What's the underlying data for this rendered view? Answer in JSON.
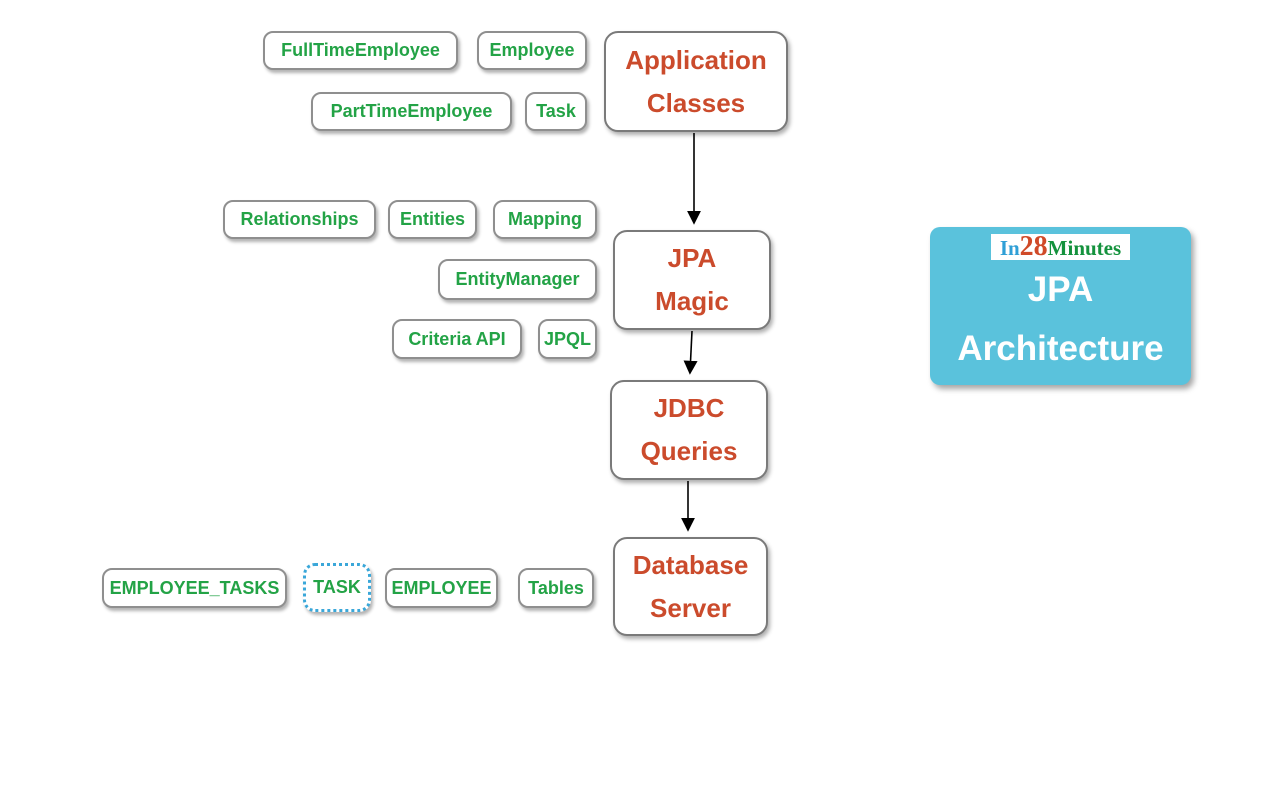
{
  "brand_card": {
    "logo": {
      "in": "In",
      "num": "28",
      "minutes": "Minutes"
    },
    "title_line1": "JPA",
    "title_line2": "Architecture"
  },
  "main_nodes": [
    {
      "id": "application-classes",
      "line1": "Application",
      "line2": "Classes"
    },
    {
      "id": "jpa-magic",
      "line1": "JPA",
      "line2": "Magic"
    },
    {
      "id": "jdbc-queries",
      "line1": "JDBC",
      "line2": "Queries"
    },
    {
      "id": "database-server",
      "line1": "Database",
      "line2": "Server"
    }
  ],
  "chip_nodes": [
    {
      "label": "FullTimeEmployee",
      "selected": false
    },
    {
      "label": "Employee",
      "selected": false
    },
    {
      "label": "PartTimeEmployee",
      "selected": false
    },
    {
      "label": "Task",
      "selected": false
    },
    {
      "label": "Relationships",
      "selected": false
    },
    {
      "label": "Entities",
      "selected": false
    },
    {
      "label": "Mapping",
      "selected": false
    },
    {
      "label": "EntityManager",
      "selected": false
    },
    {
      "label": "Criteria API",
      "selected": false
    },
    {
      "label": "JPQL",
      "selected": false
    },
    {
      "label": "EMPLOYEE_TASKS",
      "selected": false
    },
    {
      "label": "TASK",
      "selected": true
    },
    {
      "label": "EMPLOYEE",
      "selected": false
    },
    {
      "label": "Tables",
      "selected": false
    }
  ],
  "connectors": [
    {
      "from": "application-classes",
      "to": "jpa-magic"
    },
    {
      "from": "jpa-magic",
      "to": "jdbc-queries"
    },
    {
      "from": "jdbc-queries",
      "to": "database-server"
    }
  ],
  "colors": {
    "chip_text": "#23a346",
    "main_text": "#cb4b2c",
    "card_background": "#5ac2dc",
    "selection_border": "#3aa7d9",
    "logo_in": "#2f9fd6",
    "logo_28": "#d04a28",
    "logo_minutes": "#14923d",
    "arrow": "#000000",
    "node_border": "#8f8f8f"
  }
}
